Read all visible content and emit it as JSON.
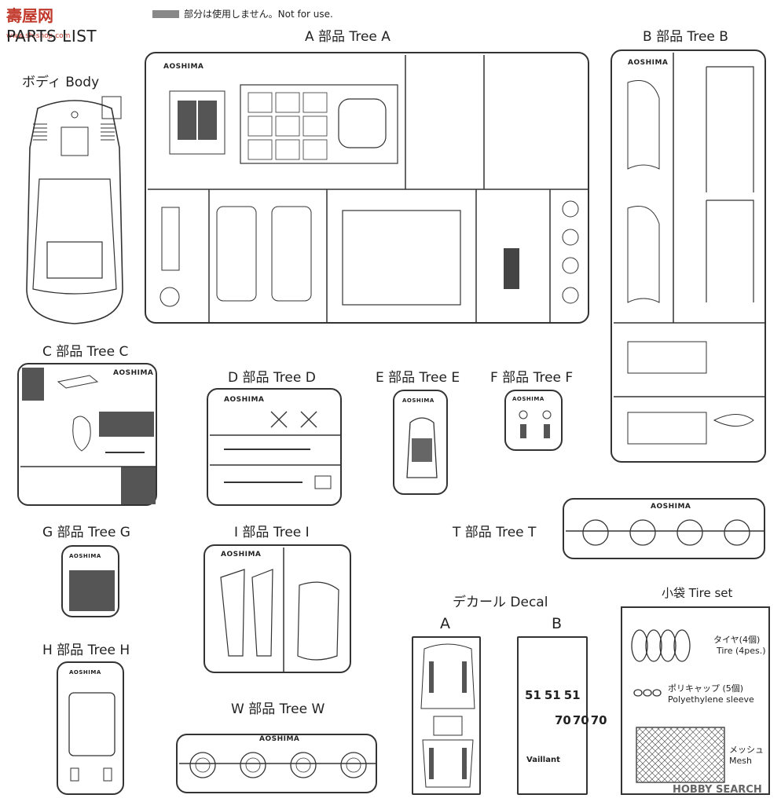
{
  "header": {
    "note": "部分は使用しません。Not for use.",
    "title": "PARTS LIST",
    "watermark_top_cn": "壽屋网",
    "watermark_top_url": "www.sh-shop.com"
  },
  "sections": {
    "body": "ボディ Body",
    "tree_a": "A 部品 Tree A",
    "tree_b": "B 部品 Tree B",
    "tree_c": "C 部品 Tree C",
    "tree_d": "D 部品 Tree D",
    "tree_e": "E 部品 Tree E",
    "tree_f": "F 部品 Tree F",
    "tree_g": "G 部品 Tree G",
    "tree_i": "I 部品 Tree I",
    "tree_t": "T 部品 Tree T",
    "tree_h": "H 部品 Tree H",
    "tree_w": "W 部品 Tree W",
    "decal": "デカール Decal",
    "decal_a": "A",
    "decal_b": "B",
    "tire_set": "小袋 Tire set"
  },
  "tire_set": {
    "tire_jp": "タイヤ(4個)",
    "tire_en": "Tire (4pes.)",
    "cap_jp": "ポリキャップ (5個)",
    "cap_en": "Polyethylene sleeve",
    "mesh_jp": "メッシュ",
    "mesh_en": "Mesh"
  },
  "brand": "AOSHIMA",
  "decal_numbers": [
    "51",
    "51",
    "51",
    "70",
    "70",
    "70"
  ],
  "decal_text": "Vaillant",
  "watermark_bottom": "HOBBY SEARCH",
  "colors": {
    "line": "#333333",
    "paper": "#ffffff",
    "ink": "#222222",
    "grey": "#888888"
  }
}
